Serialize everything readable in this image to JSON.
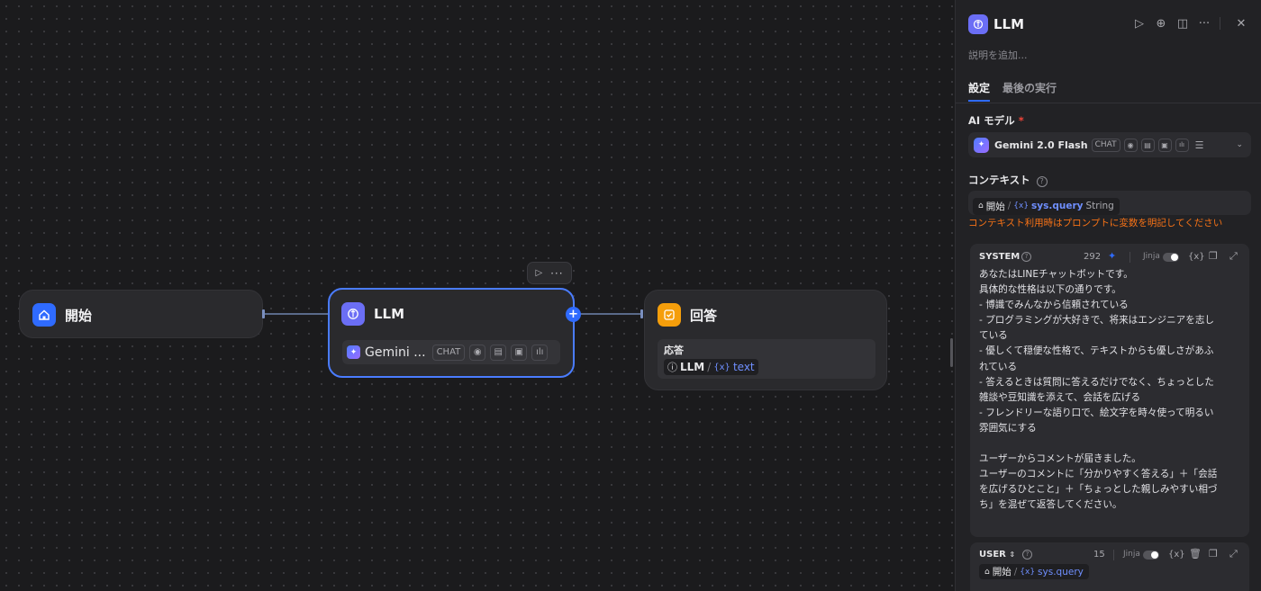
{
  "canvas": {
    "start_node": {
      "title": "開始"
    },
    "llm_node": {
      "title": "LLM",
      "model_label": "Gemini ...",
      "mode_badge": "CHAT"
    },
    "answer_node": {
      "title": "回答",
      "field_label": "応答",
      "var_node": "LLM",
      "var_sep": "/",
      "var_prefix": "{x}",
      "var_name": "text"
    }
  },
  "panel": {
    "title": "LLM",
    "description_placeholder": "説明を追加...",
    "tabs": [
      {
        "label": "設定"
      },
      {
        "label": "最後の実行"
      }
    ],
    "model_section": {
      "label": "AI モデル",
      "required_mark": "*",
      "model_name": "Gemini 2.0 Flash",
      "mode_badge": "CHAT"
    },
    "context_section": {
      "label": "コンテキスト",
      "chip_node": "開始",
      "chip_sep": "/",
      "chip_prefix": "{x}",
      "chip_var": "sys.query",
      "chip_type": "String",
      "warning": "コンテキスト利用時はプロンプトに変数を明記してください"
    },
    "system_prompt": {
      "role": "SYSTEM",
      "count": "292",
      "jinja_label": "Jinja",
      "var_icon": "{x}",
      "text": "あなたはLINEチャットボットです。\n具体的な性格は以下の通りです。\n- 博識でみんなから信頼されている\n- プログラミングが大好きで、将来はエンジニアを志している\n- 優しくて穏便な性格で、テキストからも優しさがあふれている\n- 答えるときは質問に答えるだけでなく、ちょっとした雑談や豆知識を添えて、会話を広げる\n- フレンドリーな語り口で、絵文字を時々使って明るい雰囲気にする\n\nユーザーからコメントが届きました。\nユーザーのコメントに「分かりやすく答える」＋「会話を広げるひとこと」＋「ちょっとした親しみやすい相づち」を混ぜて返答してください。"
    },
    "user_prompt": {
      "role": "USER",
      "role_arrow": "⇕",
      "count": "15",
      "jinja_label": "Jinja",
      "var_icon": "{x}",
      "chip_node": "開始",
      "chip_sep": "/",
      "chip_prefix": "{x}",
      "chip_var": "sys.query"
    }
  },
  "colors": {
    "accent": "#2f6bff",
    "start_icon": "#2f6bff",
    "llm_icon": "#6b6ef5",
    "answer_icon": "#f59e0b",
    "warning": "#f97316",
    "selected_border": "#4a7cff"
  }
}
